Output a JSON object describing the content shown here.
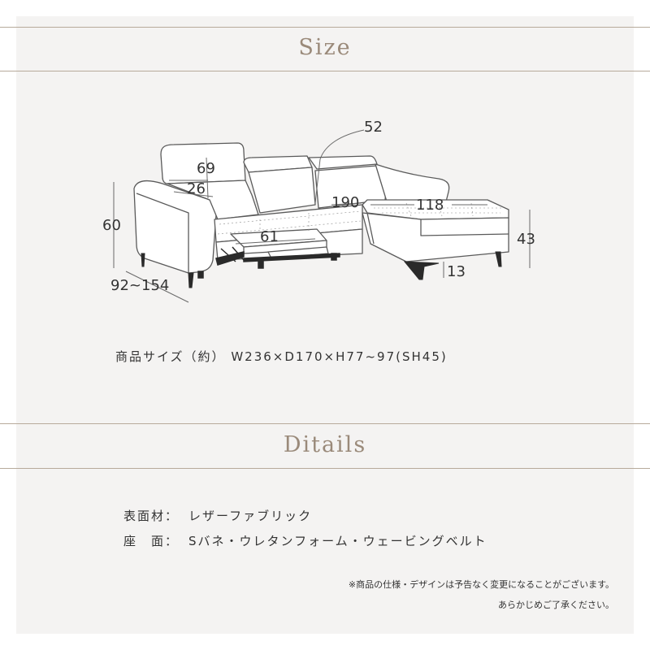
{
  "size_section": {
    "title": "Size",
    "dimensions": {
      "headrest_height": "69",
      "headrest_depth": "26",
      "arm_height": "60",
      "depth_range": "92~154",
      "footrest_length": "61",
      "seat_width": "190",
      "back_gap": "52",
      "chaise_length": "118",
      "seat_height": "43",
      "leg_height": "13"
    },
    "product_size": "商品サイズ（約） W236×D170×H77~97(SH45)"
  },
  "details_section": {
    "title": "Ditails",
    "rows": [
      {
        "label": "表面材：",
        "value": "レザーファブリック"
      },
      {
        "label": "座　面：",
        "value": "Sバネ・ウレタンフォーム・ウェービングベルト"
      }
    ],
    "note_line1": "※商品の仕様・デザインは予告なく変更になることがございます。",
    "note_line2": "あらかじめご了承ください。"
  }
}
